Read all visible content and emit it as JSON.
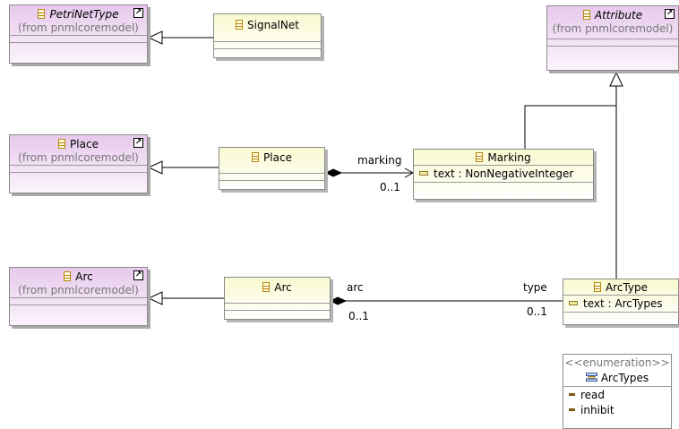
{
  "classes": {
    "petrinettype": {
      "name": "PetriNetType",
      "from": "(from pnmlcoremodel)",
      "link_glyph": "↗"
    },
    "signalnet": {
      "name": "SignalNet"
    },
    "attribute": {
      "name": "Attribute",
      "from": "(from pnmlcoremodel)",
      "link_glyph": "↗"
    },
    "place_ext": {
      "name": "Place",
      "from": "(from pnmlcoremodel)",
      "link_glyph": "↗"
    },
    "place": {
      "name": "Place"
    },
    "marking": {
      "name": "Marking",
      "attributes": [
        "text : NonNegativeInteger"
      ]
    },
    "arc_ext": {
      "name": "Arc",
      "from": "(from pnmlcoremodel)",
      "link_glyph": "↗"
    },
    "arc": {
      "name": "Arc"
    },
    "arctype": {
      "name": "ArcType",
      "attributes": [
        "text : ArcTypes"
      ]
    }
  },
  "enumeration": {
    "stereotype": "<<enumeration>>",
    "name": "ArcTypes",
    "literals": [
      "read",
      "inhibit"
    ]
  },
  "associations": {
    "place_marking": {
      "role": "marking",
      "multiplicity": "0..1"
    },
    "arc_arctype": {
      "source_role": "arc",
      "source_multiplicity": "0..1",
      "target_role": "type",
      "target_multiplicity": "0..1"
    }
  },
  "icons": {
    "class": "class-icon",
    "attribute": "attribute-icon",
    "literal": "literal-icon",
    "enumeration": "enumeration-icon",
    "shortcut": "shortcut-arrow-icon"
  },
  "colors": {
    "external_class_fill": "#e7c9ec",
    "local_class_fill": "#f9f9d0",
    "shadow": "#a9a9a9"
  }
}
